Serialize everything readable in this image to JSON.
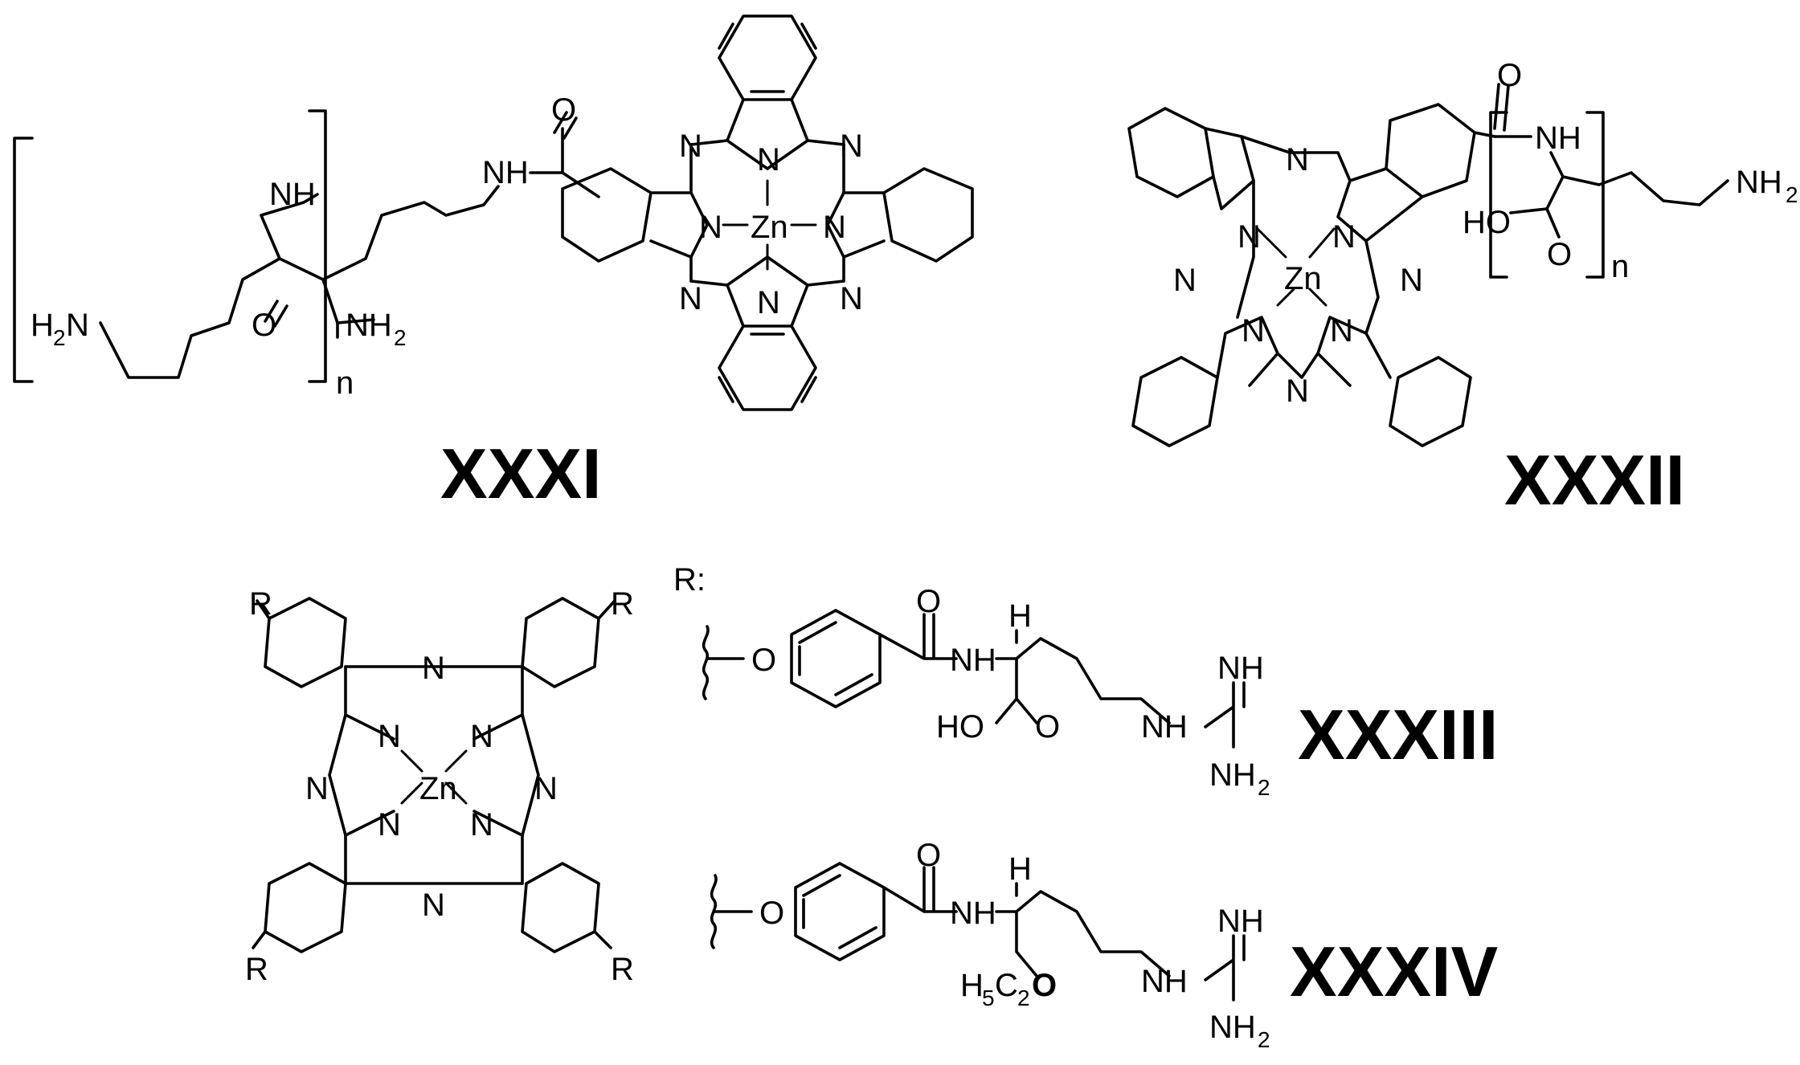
{
  "compounds": {
    "c31": {
      "label": "XXXI"
    },
    "c32": {
      "label": "XXXII"
    },
    "c33": {
      "label": "XXXIII"
    },
    "c34": {
      "label": "XXXIV"
    }
  },
  "atoms": {
    "zn": "Zn",
    "n": "N",
    "nh": "NH",
    "o": "O",
    "h": "H",
    "ho": "HO",
    "nh2": "NH",
    "h2n": "H",
    "h2n_n": "N",
    "sub2": "2",
    "r": "R",
    "r_colon": "R:",
    "repeat_n": "n",
    "ethyl_h": "H",
    "ethyl_5": "5",
    "ethyl_c": "C",
    "ethyl_2": "2",
    "ethyl_o": "O"
  },
  "colors": {
    "ink": "#000000",
    "background": "#ffffff"
  }
}
